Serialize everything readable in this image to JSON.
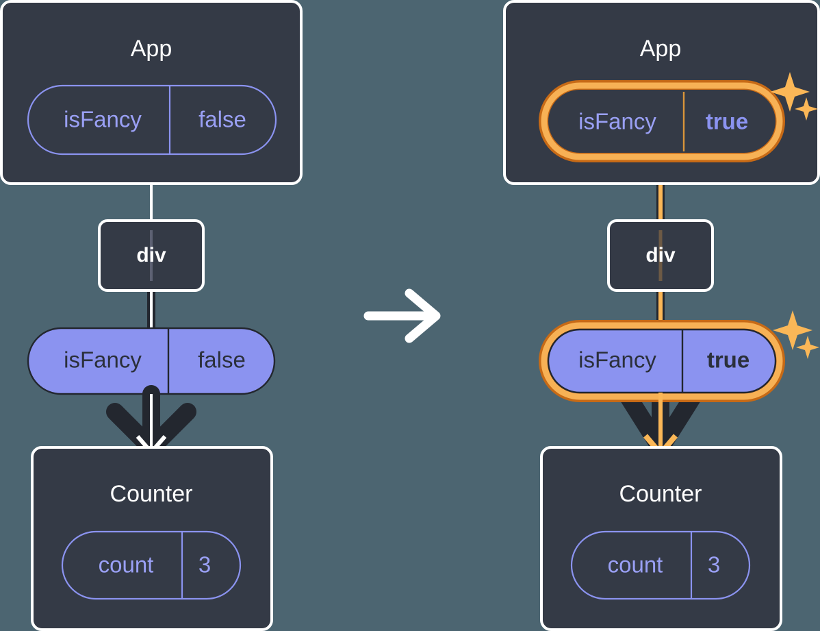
{
  "diagram": {
    "title_semantics": "react-state-propagation-before-after",
    "background_color": "#4c6571",
    "box_fill": "#343a46",
    "box_border": "#ffffff",
    "pill_purple": "#8b93f0",
    "highlight_outer": "#c76a16",
    "highlight_inner": "#f7b155",
    "sparkle_color": "#fbb757",
    "transition_arrow": "arrow-right-icon"
  },
  "before": {
    "app": {
      "title": "App",
      "pill": {
        "key": "isFancy",
        "value": "false",
        "style": "outline",
        "highlighted": false
      }
    },
    "div": {
      "label": "div"
    },
    "prop_pill": {
      "key": "isFancy",
      "value": "false",
      "style": "filled",
      "highlighted": false
    },
    "counter": {
      "title": "Counter",
      "pill": {
        "key": "count",
        "value": "3",
        "style": "outline",
        "highlighted": false
      }
    }
  },
  "after": {
    "app": {
      "title": "App",
      "pill": {
        "key": "isFancy",
        "value": "true",
        "style": "outline",
        "highlighted": true,
        "sparkles": true
      }
    },
    "div": {
      "label": "div"
    },
    "prop_pill": {
      "key": "isFancy",
      "value": "true",
      "style": "filled",
      "highlighted": true,
      "sparkles": true
    },
    "counter": {
      "title": "Counter",
      "pill": {
        "key": "count",
        "value": "3",
        "style": "outline",
        "highlighted": false
      }
    }
  }
}
